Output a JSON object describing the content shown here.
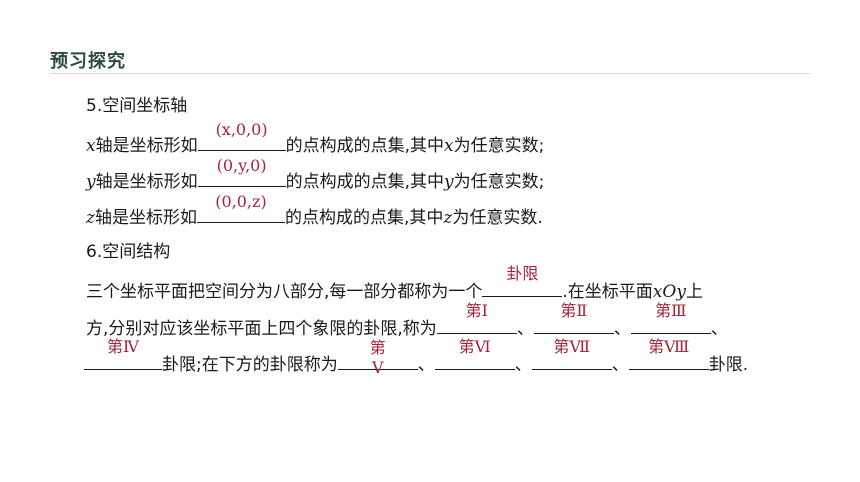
{
  "header": {
    "title": "预习探究"
  },
  "section5": {
    "title": "5.空间坐标轴",
    "x_line": {
      "var": "x",
      "pre": "轴是坐标形如",
      "answer": "(x,0,0)",
      "post1": "的点构成的点集,其中",
      "post_var": "x",
      "post2": "为任意实数;"
    },
    "y_line": {
      "var": "y",
      "pre": "轴是坐标形如",
      "answer": "(0,y,0)",
      "post1": "的点构成的点集,其中",
      "post_var": "y",
      "post2": "为任意实数;"
    },
    "z_line": {
      "var": "z",
      "pre": "轴是坐标形如",
      "answer": "(0,0,z)",
      "post1": "的点构成的点集,其中",
      "post_var": "z",
      "post2": "为任意实数."
    }
  },
  "section6": {
    "title": "6.空间结构",
    "line1": {
      "text": "三个坐标平面把空间分为八部分,每一部分都称为一个",
      "answer": "卦限",
      "post": ".在坐标平面",
      "plane": "xOy",
      "post2": "上"
    },
    "line2": {
      "text": "方,分别对应该坐标平面上四个象限的卦限,称为",
      "a1": "第Ⅰ",
      "sep1": "、",
      "a2": "第Ⅱ",
      "sep2": "、",
      "a3": "第Ⅲ",
      "sep3": "、"
    },
    "line3": {
      "a4": "第Ⅳ",
      "text": "卦限;在下方的卦限称为",
      "a5": "第Ⅴ",
      "sep1": "、",
      "a6": "第Ⅵ",
      "sep2": "、",
      "a7": "第Ⅶ",
      "sep3": "、",
      "a8": "第Ⅷ",
      "post": "卦限."
    }
  }
}
